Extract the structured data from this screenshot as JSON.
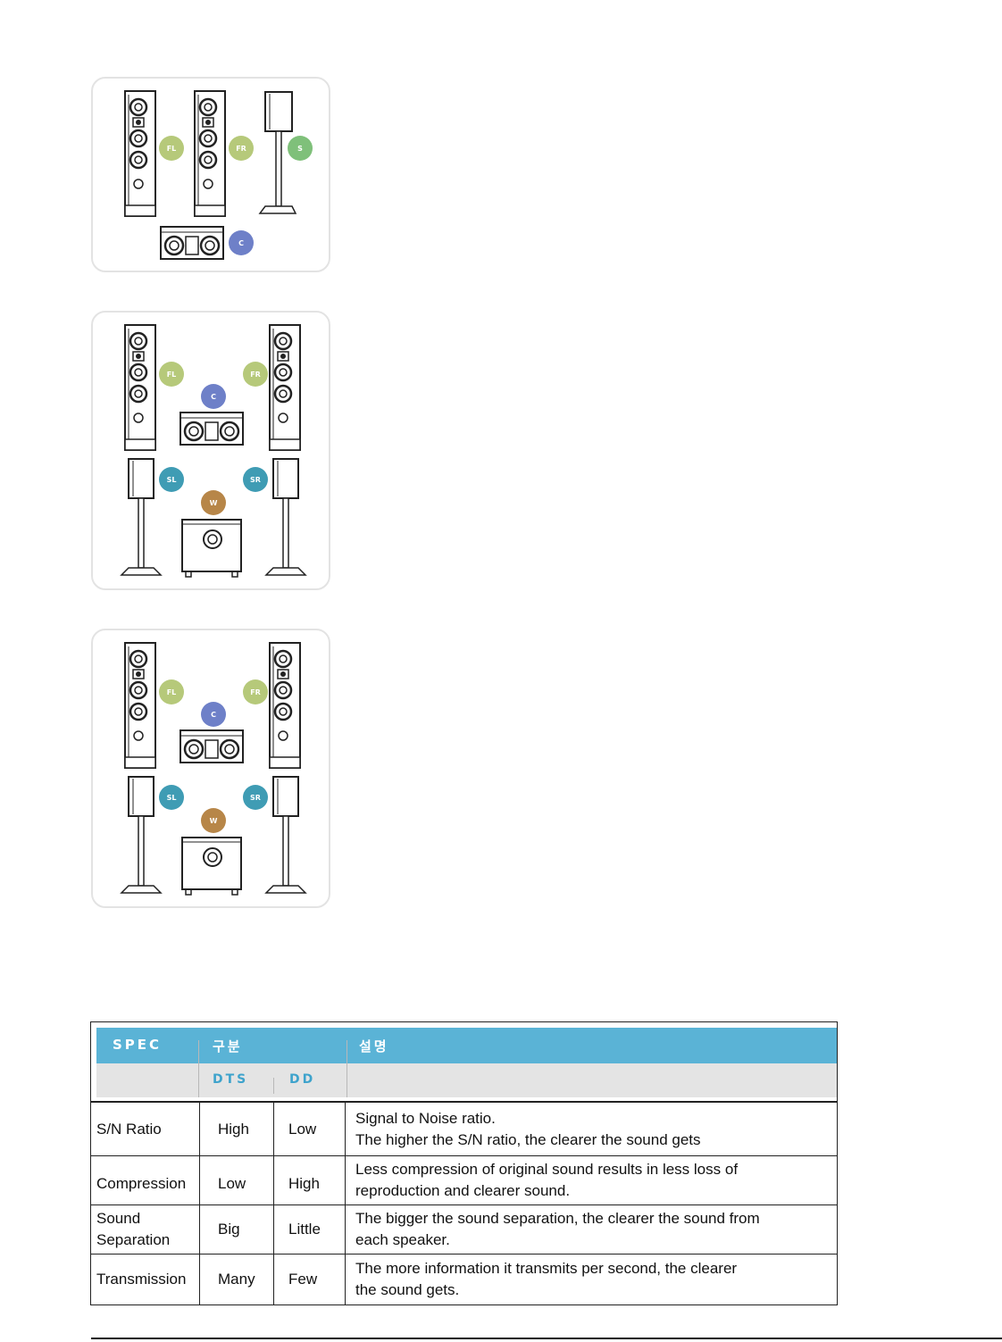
{
  "badge_colors": {
    "front": "#b6c97a",
    "center": "#6e80c8",
    "surround_single": "#7fc07a",
    "surround": "#3f9cb4",
    "woofer": "#b78648"
  },
  "panel1": {
    "badges": {
      "fl": "FL",
      "fr": "FR",
      "s": "S",
      "c": "C"
    }
  },
  "panel2": {
    "badges": {
      "fl": "FL",
      "fr": "FR",
      "c": "C",
      "sl": "SL",
      "sr": "SR",
      "w": "W"
    }
  },
  "panel3": {
    "badges": {
      "fl": "FL",
      "fr": "FR",
      "c": "C",
      "sl": "SL",
      "sr": "SR",
      "w": "W"
    }
  },
  "spec_table": {
    "header": {
      "spec": "SPEC",
      "category": "구분",
      "description": "설명",
      "dts": "DTS",
      "dd": "DD"
    },
    "rows": [
      {
        "name": "S/N Ratio",
        "dts": "High",
        "dd": "Low",
        "desc1": "Signal to Noise ratio.",
        "desc2": "The higher the S/N ratio, the clearer the sound gets"
      },
      {
        "name": "Compression",
        "dts": "Low",
        "dd": "High",
        "desc1": "Less compression of original sound results in less loss of",
        "desc2": "reproduction and clearer sound."
      },
      {
        "name1": "Sound",
        "name2": "Separation",
        "dts": "Big",
        "dd": "Little",
        "desc1": "The bigger the sound separation, the clearer the sound from",
        "desc2": "each speaker."
      },
      {
        "name": "Transmission",
        "dts": "Many",
        "dd": "Few",
        "desc1": "The more information it transmits per second, the clearer",
        "desc2": "the sound gets."
      }
    ]
  }
}
